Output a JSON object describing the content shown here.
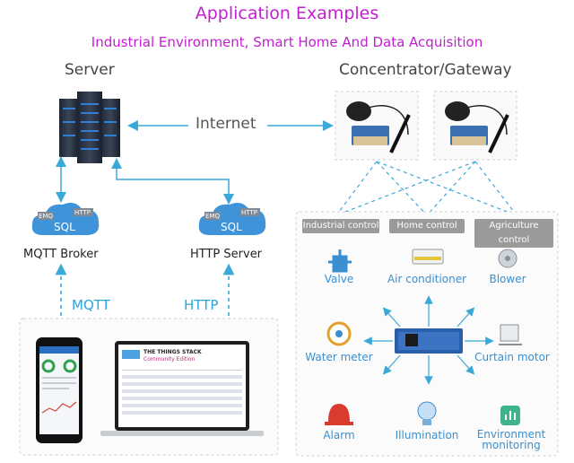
{
  "title": "Application Examples",
  "subtitle": "Industrial Environment, Smart Home And Data Acquisition",
  "server": {
    "label": "Server"
  },
  "gateway": {
    "label": "Concentrator/Gateway"
  },
  "internet": {
    "label": "Internet"
  },
  "mqtt_broker": {
    "label": "MQTT Broker",
    "cloud": {
      "text": "SQL",
      "tag1": "EMQ",
      "tag2": "HTTP"
    }
  },
  "http_server": {
    "label": "HTTP Server",
    "cloud": {
      "text": "SQL",
      "tag1": "EMQ",
      "tag2": "HTTP"
    }
  },
  "links": {
    "mqtt": "MQTT",
    "http": "HTTP"
  },
  "categories": [
    "Industrial control",
    "Home control",
    "Agriculture control"
  ],
  "devices": {
    "valve": "Valve",
    "air_conditioner": "Air conditioner",
    "blower": "Blower",
    "water_meter": "Water meter",
    "curtain_motor": "Curtain motor",
    "alarm": "Alarm",
    "illumination": "Illumination",
    "environment_monitoring": "Environment monitoring"
  },
  "laptop_screen": {
    "brand": "THE THINGS STACK",
    "edition": "Community Edition"
  },
  "colors": {
    "title": "#c21fd0",
    "connector": "#3aa9d8",
    "device": "#3a8fd0",
    "category_bg": "#9a9a9a"
  }
}
